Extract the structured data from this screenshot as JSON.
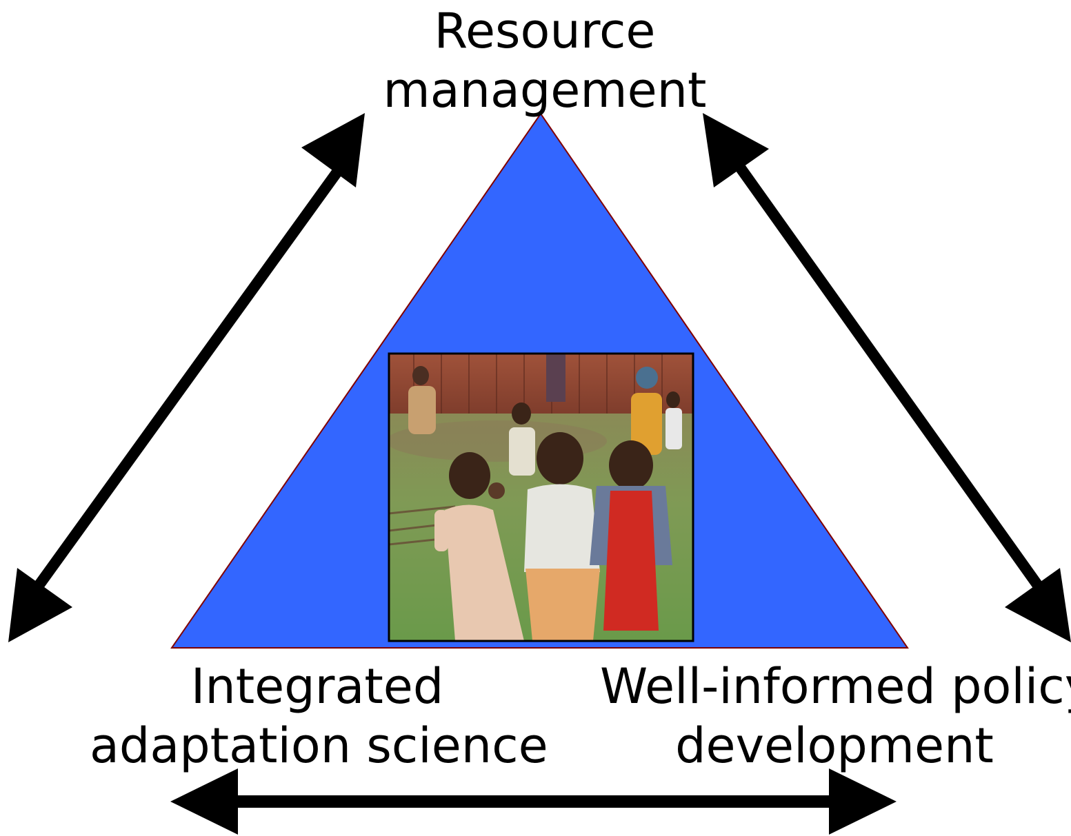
{
  "diagram": {
    "nodes": {
      "top": {
        "line1": "Resource",
        "line2": "management"
      },
      "bottom_left": {
        "line1": "Integrated",
        "line2": "adaptation science"
      },
      "bottom_right": {
        "line1": "Well-informed policy",
        "line2": "development"
      }
    },
    "colors": {
      "triangle_fill": "#3366ff",
      "triangle_stroke": "#800000",
      "arrow": "#000000"
    },
    "arrows": [
      {
        "from": "bottom_left",
        "to": "top",
        "type": "double-headed"
      },
      {
        "from": "top",
        "to": "bottom_right",
        "type": "double-headed"
      },
      {
        "from": "bottom_left",
        "to": "bottom_right",
        "type": "double-headed"
      }
    ],
    "image": {
      "subject": "children standing in a grassy yard in front of a corrugated metal fence",
      "has_border": true
    }
  }
}
